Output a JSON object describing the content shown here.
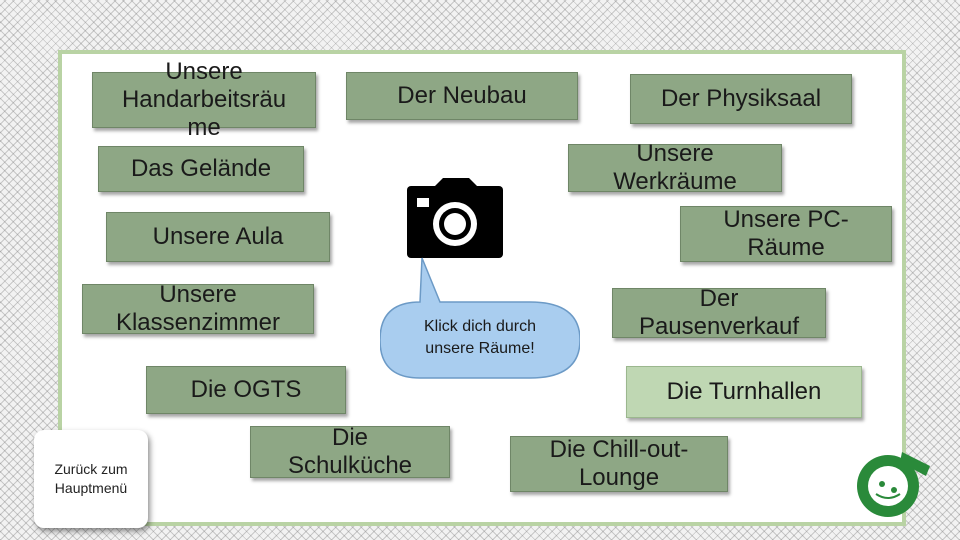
{
  "rooms": {
    "handarbeit": "Unsere\nHandarbeitsräu\nme",
    "gelaende": "Das Gelände",
    "neubau": "Der Neubau",
    "physiksaal": "Der Physiksaal",
    "werkraeume": "Unsere\nWerkräume",
    "pc_raeume": "Unsere PC-\nRäume",
    "aula": "Unsere Aula",
    "klassenzimmer": "Unsere\nKlassenzimmer",
    "pausenverkauf": "Der\nPausenverkauf",
    "ogts": "Die OGTS",
    "turnhallen": "Die Turnhallen",
    "schulkueche": "Die\nSchulküche",
    "chill_out": "Die Chill-out-\nLounge"
  },
  "speech_bubble": "Klick dich durch\nunsere Räume!",
  "back_button": "Zurück zum\nHauptmenü",
  "icons": {
    "camera": "camera-icon",
    "logo": "school-logo"
  },
  "colors": {
    "tag": "#8ea785",
    "tag_light": "#bfd7b3",
    "board_border": "#b9d3a4",
    "bubble": "#a9cdef",
    "logo": "#2a8a3a"
  }
}
